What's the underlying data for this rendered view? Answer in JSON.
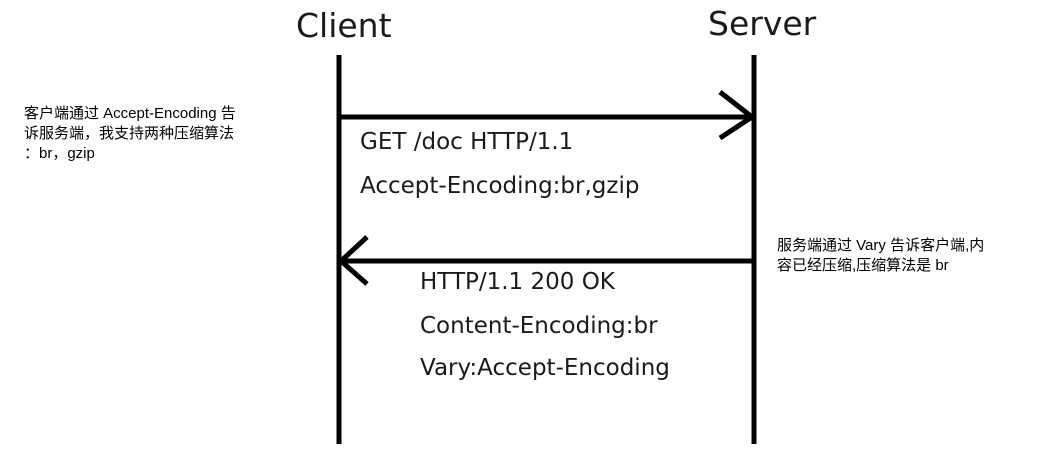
{
  "participants": {
    "client": "Client",
    "server": "Server"
  },
  "request": {
    "line1": "GET /doc HTTP/1.1",
    "line2": "Accept-Encoding:br,gzip"
  },
  "response": {
    "line1": "HTTP/1.1 200 OK",
    "line2": "Content-Encoding:br",
    "line3": "Vary:Accept-Encoding"
  },
  "notes": {
    "client_note_line1": "客户端通过 Accept-Encoding 告",
    "client_note_line2": "诉服务端，我支持两种压缩算法",
    "client_note_line3": "：br，gzip",
    "server_note_line1": "服务端通过 Vary 告诉客户端,内",
    "server_note_line2": "容已经压缩,压缩算法是 br"
  },
  "colors": {
    "line": "#000000",
    "text": "#1a1a1a"
  }
}
